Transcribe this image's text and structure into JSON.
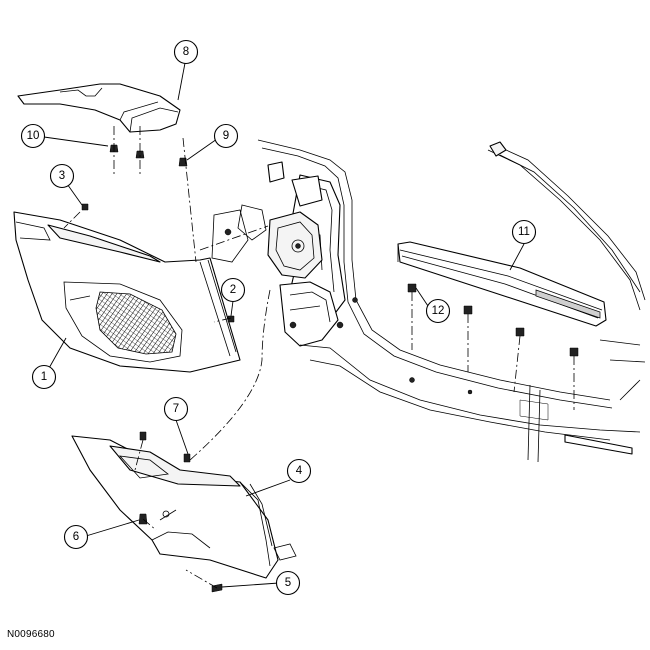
{
  "figure_code": "N0096680",
  "callouts": {
    "c1": "1",
    "c2": "2",
    "c3": "3",
    "c4": "4",
    "c5": "5",
    "c6": "6",
    "c7": "7",
    "c8": "8",
    "c9": "9",
    "c10": "10",
    "c11": "11",
    "c12": "12"
  }
}
